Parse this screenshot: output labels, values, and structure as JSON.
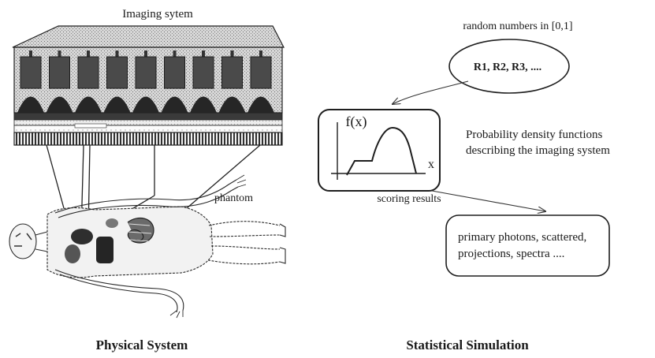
{
  "left": {
    "imaging_label": "Imaging sytem",
    "phantom_label": "phantom",
    "caption": "Physical System"
  },
  "right": {
    "random_label": "random numbers in [0,1]",
    "random_values": "R1, R2, R3, ....",
    "fx_label": "f(x)",
    "x_label": "x",
    "pdf_line1": "Probability density functions",
    "pdf_line2": "describing the imaging system",
    "scoring_label": "scoring results",
    "results_line1": "primary photons, scattered,",
    "results_line2": "projections, spectra ....",
    "caption": "Statistical Simulation"
  }
}
